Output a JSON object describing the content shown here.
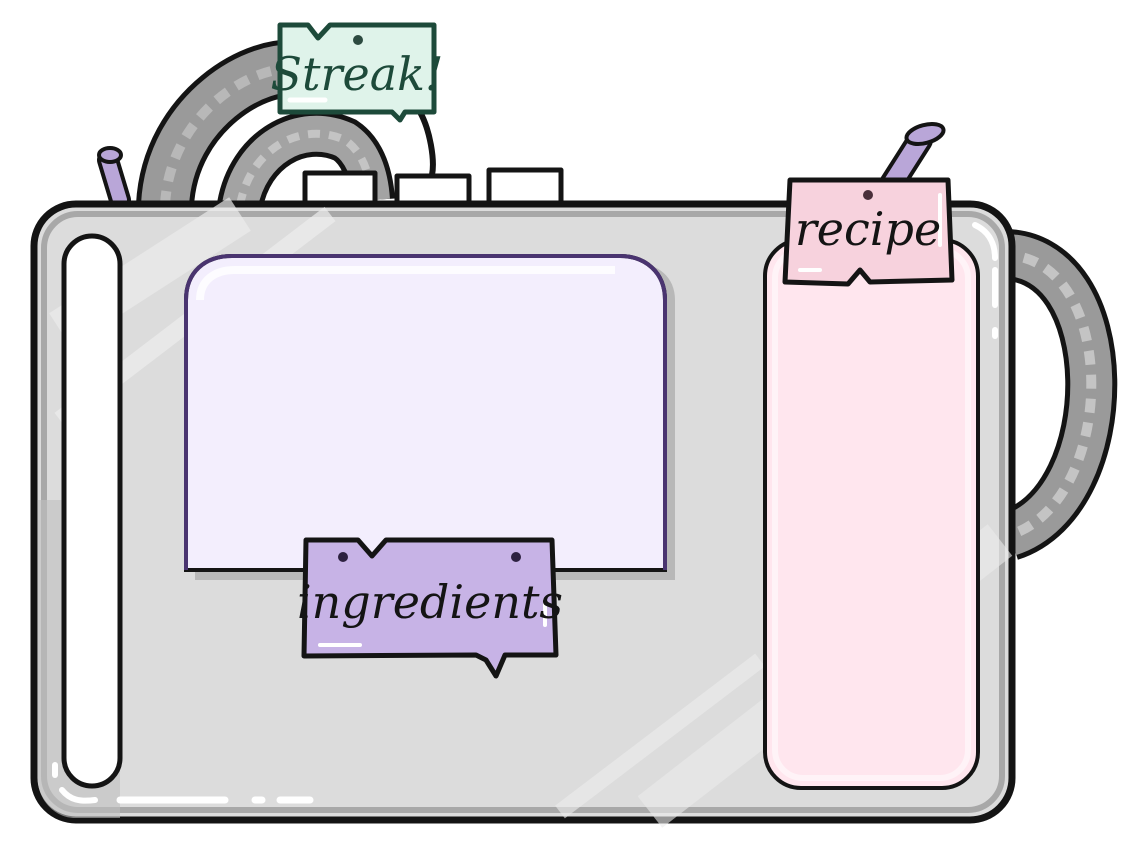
{
  "labels": {
    "streak": "Streak!",
    "recipe": "recipe",
    "ingredients": "ingredients"
  },
  "colors": {
    "machine_body": "#dcdcdc",
    "machine_outline": "#141414",
    "hose": "#9a9a9a",
    "purple_pipe": "#b9a6d8",
    "streak_sign": "#dff3ea",
    "streak_text": "#1d4a3a",
    "recipe_sign": "#f7d2dd",
    "recipe_panel": "#ffe6ee",
    "ingredients_sign": "#c7b3e6",
    "ingredients_panel": "#f3eefd",
    "ingredients_outline": "#4a3470"
  }
}
